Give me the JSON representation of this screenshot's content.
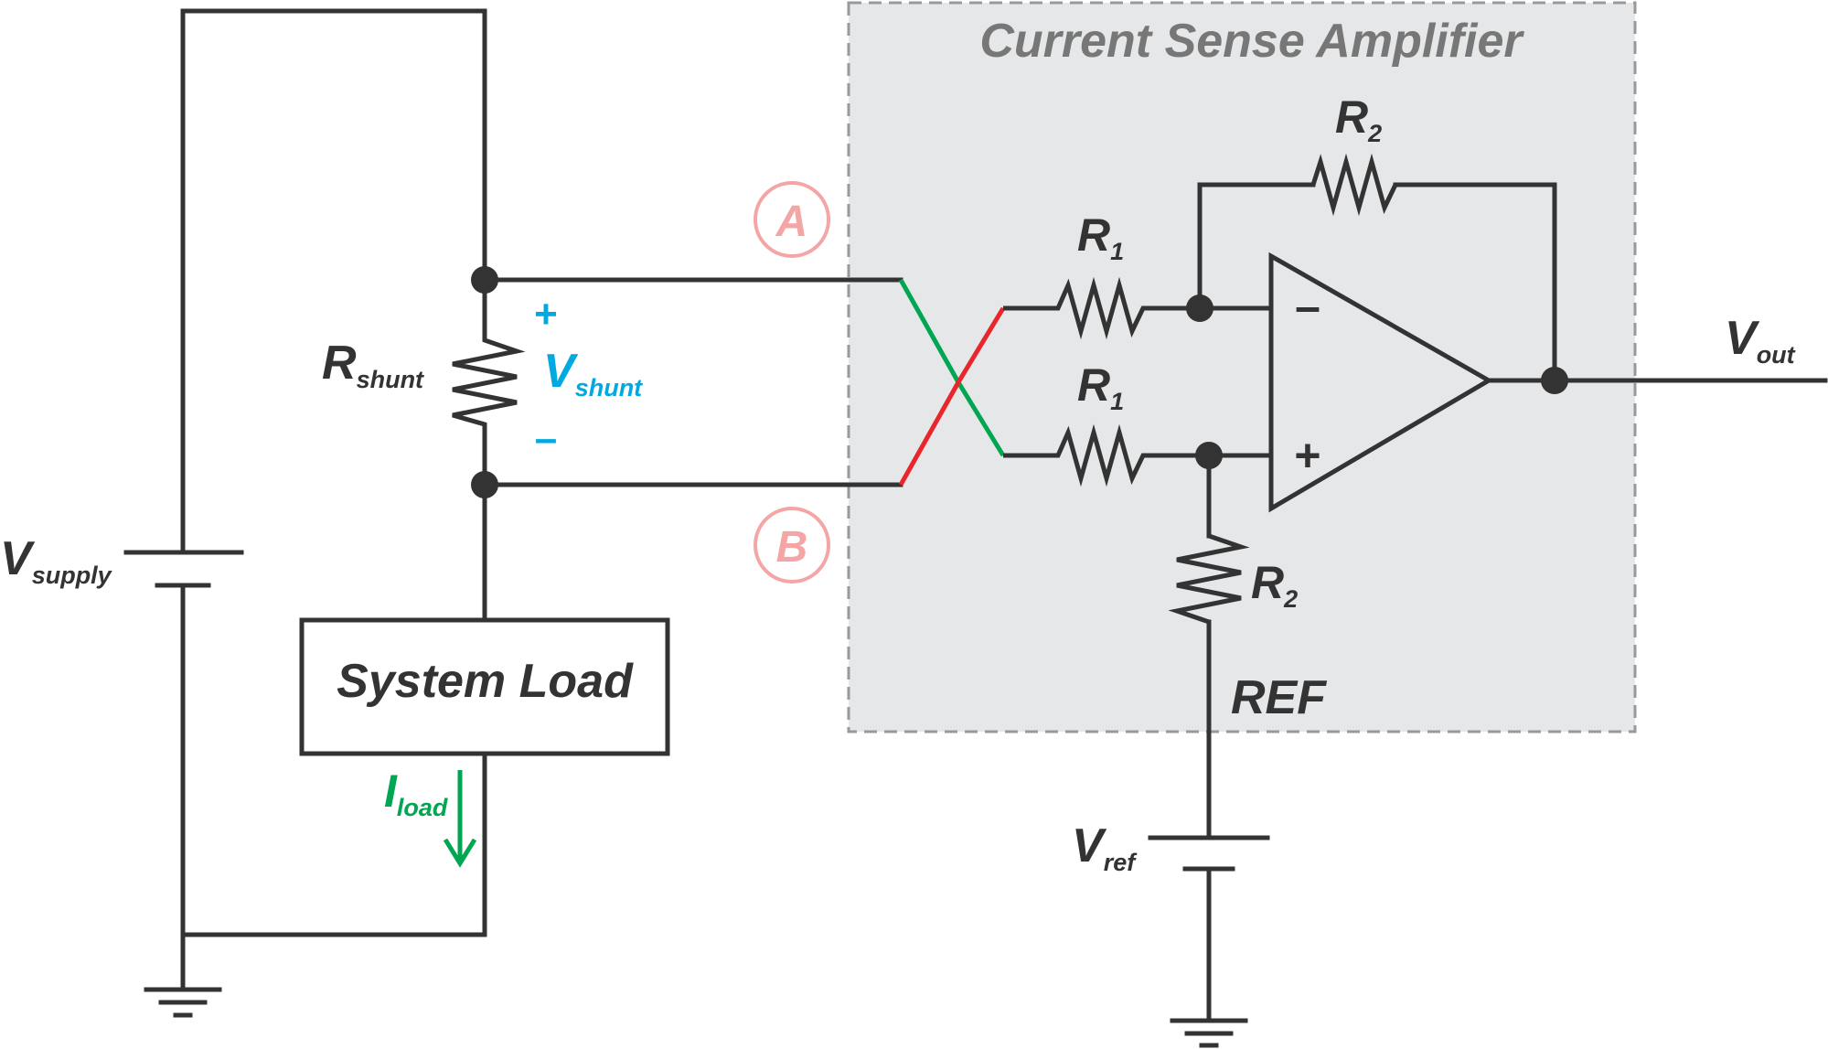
{
  "amplifier_box": {
    "title": "Current Sense Amplifier",
    "fill": "#e6e7e8",
    "border": "#999999"
  },
  "labels": {
    "v_supply": {
      "main": "V",
      "sub": "supply"
    },
    "r_shunt": {
      "main": "R",
      "sub": "shunt"
    },
    "v_shunt": {
      "main": "V",
      "sub": "shunt",
      "plus": "+",
      "minus": "–"
    },
    "system_load": "System Load",
    "i_load": {
      "main": "I",
      "sub": "load"
    },
    "node_a": "A",
    "node_b": "B",
    "r1_top": {
      "main": "R",
      "sub": "1"
    },
    "r1_bottom": {
      "main": "R",
      "sub": "1"
    },
    "r2_top": {
      "main": "R",
      "sub": "2"
    },
    "r2_bottom": {
      "main": "R",
      "sub": "2"
    },
    "opamp_minus": "–",
    "opamp_plus": "+",
    "ref": "REF",
    "v_out": {
      "main": "V",
      "sub": "out"
    },
    "v_ref": {
      "main": "V",
      "sub": "ref"
    }
  },
  "colors": {
    "wire": "#333333",
    "shunt_voltage": "#00a9e0",
    "load_current": "#00a651",
    "crossed_green": "#00a651",
    "crossed_red": "#e8262c",
    "node_marker": "#f4a6a6"
  }
}
